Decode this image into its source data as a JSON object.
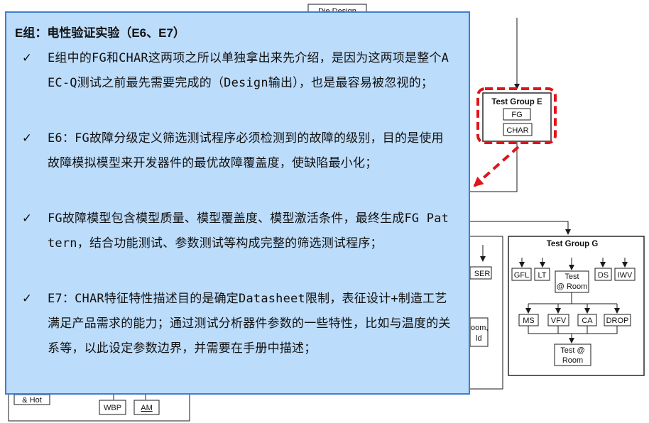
{
  "diagram": {
    "die_design": "Die Design",
    "group_e": {
      "title": "Test Group E",
      "fg": "FG",
      "char": "CHAR"
    },
    "group_g": {
      "title": "Test Group G",
      "gfl": "GFL",
      "lt": "LT",
      "test_room": [
        "Test",
        "@ Room"
      ],
      "ds": "DS",
      "iwv": "IWV",
      "ms": "MS",
      "vfv": "VFV",
      "ca": "CA",
      "drop": "DROP",
      "test_room2": [
        "Test @",
        "Room"
      ]
    },
    "partial": {
      "ser": "SER",
      "room": "oom,",
      "ld": "ld",
      "hot": "& Hot",
      "wbp": "WBP",
      "am": "AM"
    },
    "colors": {
      "highlight": "#e0141a",
      "panel_bg": "#bcdcfb",
      "panel_border": "#3f7fd0"
    }
  },
  "panel": {
    "title": "E组：电性验证实验（E6、E7）",
    "items": [
      {
        "icon": "check-icon",
        "check": "✓",
        "text": "E组中的FG和CHAR这两项之所以单独拿出来先介绍，是因为这两项是整个AEC-Q测试之前最先需要完成的（Design输出），也是最容易被忽视的；"
      },
      {
        "icon": "check-icon",
        "check": "✓",
        "text": "E6：FG故障分级定义筛选测试程序必须检测到的故障的级别，目的是使用故障模拟模型来开发器件的最优故障覆盖度，使缺陷最小化；"
      },
      {
        "icon": "check-icon",
        "check": "✓",
        "text": "FG故障模型包含模型质量、模型覆盖度、模型激活条件，最终生成FG Pattern，结合功能测试、参数测试等构成完整的筛选测试程序；"
      },
      {
        "icon": "check-icon",
        "check": "✓",
        "text": "E7：CHAR特征特性描述目的是确定Datasheet限制，表征设计+制造工艺满足产品需求的能力；通过测试分析器件参数的一些特性，比如与温度的关系等，以此设定参数边界，并需要在手册中描述；"
      }
    ]
  }
}
